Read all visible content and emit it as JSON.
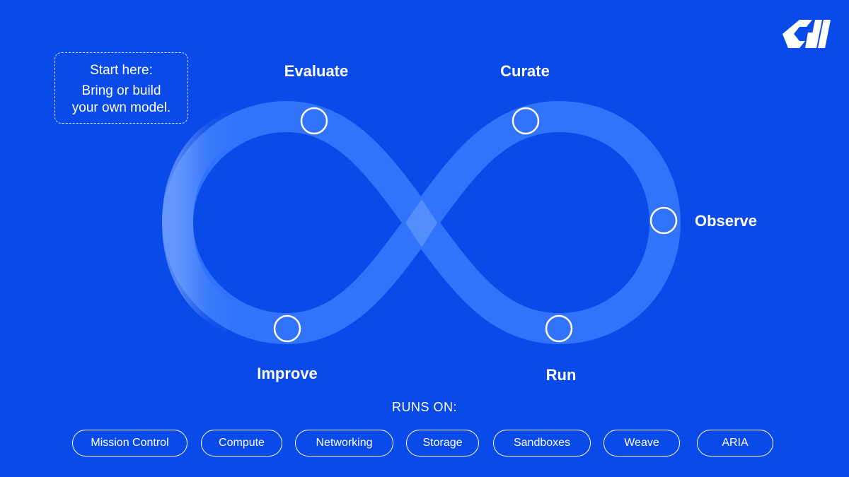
{
  "start_box": {
    "title": "Start here:",
    "body_line1": "Bring or build",
    "body_line2": "your own model."
  },
  "stages": {
    "evaluate": "Evaluate",
    "curate": "Curate",
    "observe": "Observe",
    "run": "Run",
    "improve": "Improve"
  },
  "runs_on": {
    "label": "RUNS ON:",
    "items": [
      "Mission Control",
      "Compute",
      "Networking",
      "Storage",
      "Sandboxes",
      "Weave",
      "ARIA"
    ]
  },
  "colors": {
    "background": "#0a4ae8",
    "loop": "#3a7cff",
    "text": "#ffffff"
  },
  "icons": {
    "logo": "cw-logo",
    "stage_markers": "circle-marker"
  }
}
